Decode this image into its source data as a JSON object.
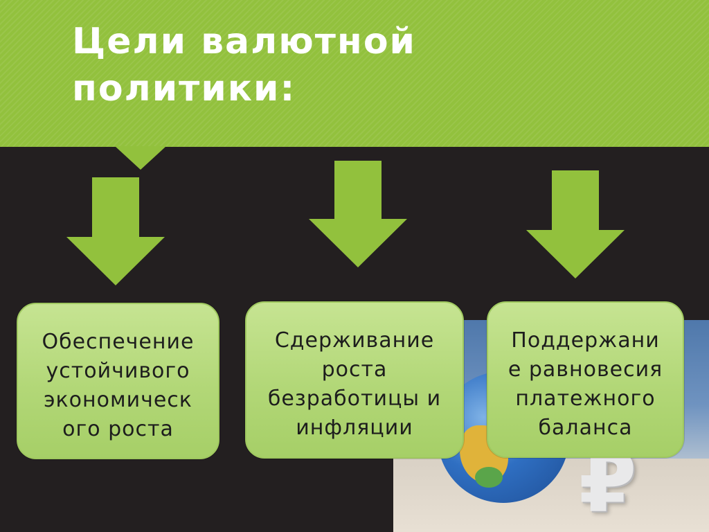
{
  "title": {
    "line1": "Цели валютной",
    "line2": "политики:"
  },
  "colors": {
    "header_green": "#92c13d",
    "background_dark": "#231f20",
    "arrow_green": "#92c13d",
    "box_green": "#b2d777",
    "box_text": "#1d1d1d",
    "title_text": "#ffffff"
  },
  "goals": [
    {
      "label": "Обеспечение\nустойчивого\nэкономическ\nого роста"
    },
    {
      "label": "Сдерживание\nроста\nбезработицы и\nинфляции"
    },
    {
      "label": "Поддержани\nе равновесия\nплатежного\nбаланса"
    }
  ],
  "photo": {
    "currency_symbol": "₽",
    "description_icon": "globe-icon"
  }
}
